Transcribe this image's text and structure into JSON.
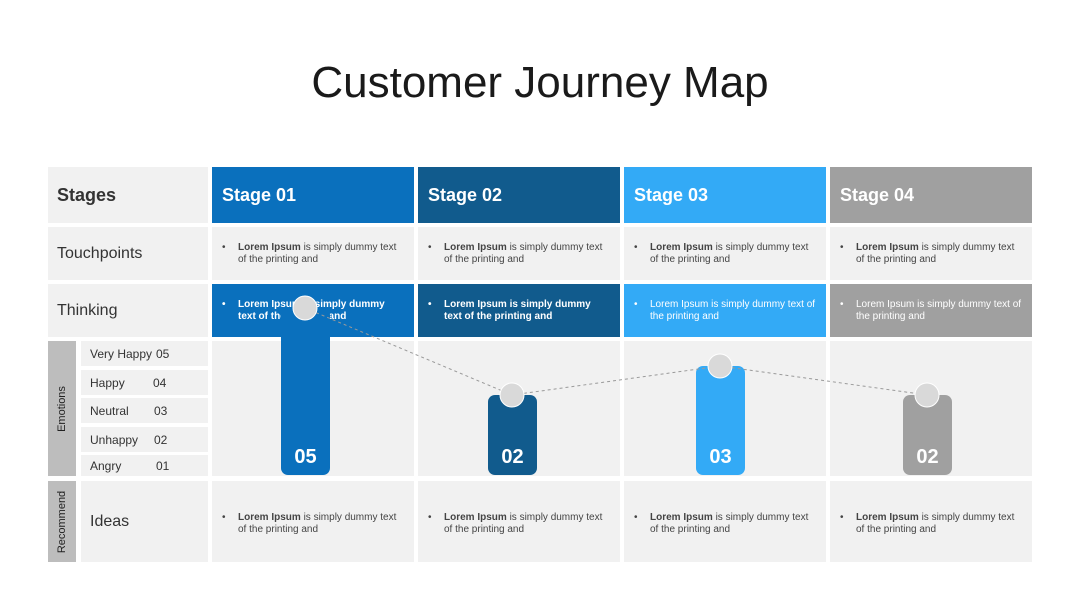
{
  "title": "Customer Journey Map",
  "labels": {
    "stages": "Stages",
    "touchpoints": "Touchpoints",
    "thinking": "Thinking",
    "emotions": "Emotions",
    "recommend": "Recommend",
    "ideas": "Ideas"
  },
  "colors": {
    "stage_01": "#0a70bd",
    "stage_02": "#115b8d",
    "stage_03": "#33aaf6",
    "stage_04": "#a0a0a0",
    "cell_bg": "#f1f1f1",
    "marker": "#d9d9d9"
  },
  "stages": [
    {
      "name": "Stage 01",
      "emotion_value": 5,
      "emotion_label": "05",
      "touchpoint": {
        "bold": "Lorem Ipsum",
        "rest": " is simply dummy text of the printing and"
      },
      "thinking": "Lorem Ipsum is simply dummy text of the printing and",
      "idea": {
        "bold": "Lorem Ipsum",
        "rest": " is simply dummy text of the printing and"
      }
    },
    {
      "name": "Stage 02",
      "emotion_value": 2,
      "emotion_label": "02",
      "touchpoint": {
        "bold": "Lorem Ipsum",
        "rest": " is simply dummy text of the printing and"
      },
      "thinking": "Lorem Ipsum is simply dummy text of the printing and",
      "idea": {
        "bold": "Lorem Ipsum",
        "rest": " is simply dummy text of the printing and"
      }
    },
    {
      "name": "Stage 03",
      "emotion_value": 3,
      "emotion_label": "03",
      "touchpoint": {
        "bold": "Lorem Ipsum",
        "rest": " is simply dummy text of the printing and"
      },
      "thinking": "Lorem Ipsum is simply dummy text of the printing and",
      "idea": {
        "bold": "Lorem Ipsum",
        "rest": " is simply dummy text of the printing and"
      }
    },
    {
      "name": "Stage 04",
      "emotion_value": 2,
      "emotion_label": "02",
      "touchpoint": {
        "bold": "Lorem Ipsum",
        "rest": " is simply dummy text of the printing and"
      },
      "thinking": "Lorem Ipsum is simply dummy text of the printing and",
      "idea": {
        "bold": "Lorem Ipsum",
        "rest": " is simply dummy text of the printing and"
      }
    }
  ],
  "emotion_scale": [
    {
      "name": "Very Happy",
      "value": "05"
    },
    {
      "name": "Happy",
      "value": "04"
    },
    {
      "name": "Neutral",
      "value": "03"
    },
    {
      "name": "Unhappy",
      "value": "02"
    },
    {
      "name": "Angry",
      "value": "01"
    }
  ],
  "bullet": "•"
}
